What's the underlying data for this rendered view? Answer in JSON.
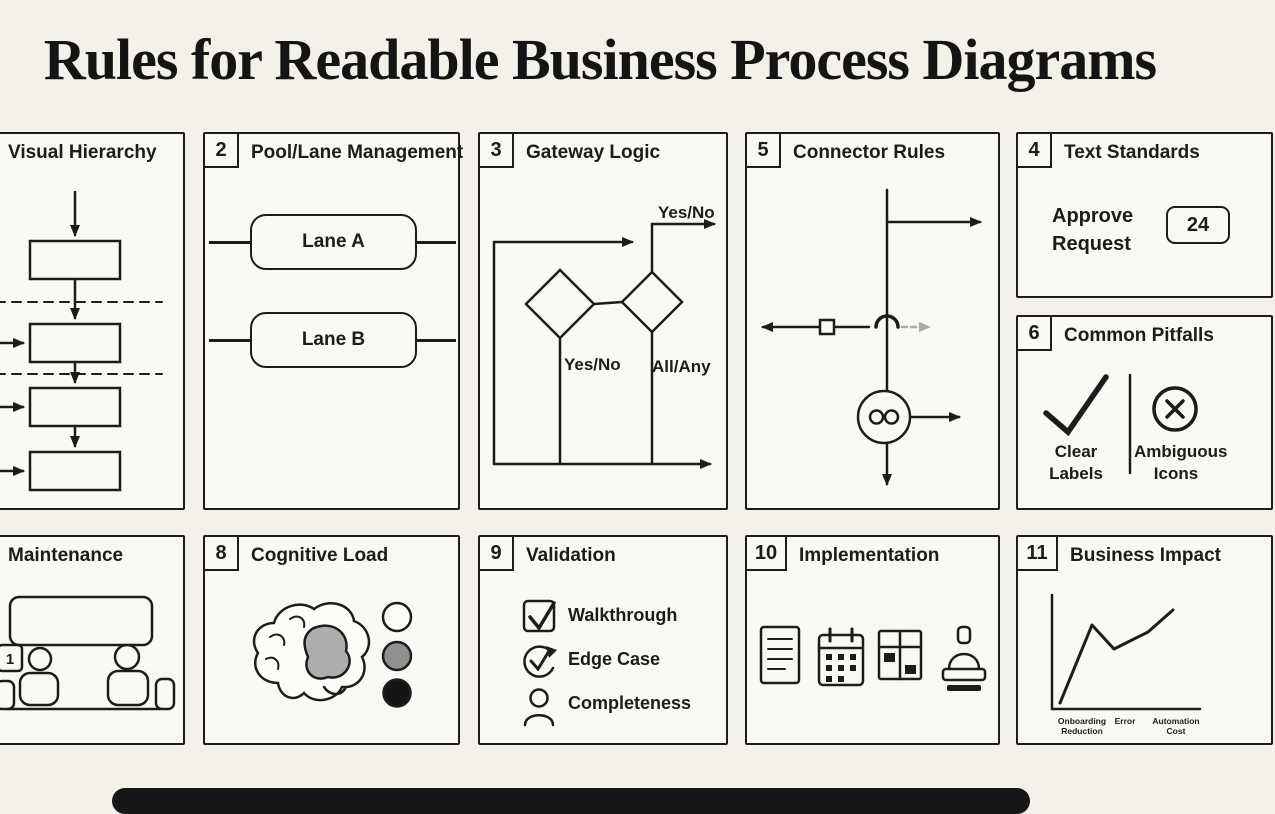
{
  "title": "Rules for Readable Business Process Diagrams",
  "colors": {
    "ink": "#1c1c1c",
    "paper": "#f4f1ea",
    "panel": "#faf8f2",
    "gray": "#8f8f8f"
  },
  "panels": {
    "visual_hierarchy": {
      "title": "Visual Hierarchy"
    },
    "pool_lane": {
      "num": "2",
      "title": "Pool/Lane Management",
      "lanes": [
        "Lane A",
        "Lane B"
      ]
    },
    "gateway": {
      "num": "3",
      "title": "Gateway Logic",
      "top_label": "Yes/No",
      "left_label": "Yes/No",
      "right_label": "All/Any"
    },
    "connector": {
      "num": "5",
      "title": "Connector Rules"
    },
    "text_standards": {
      "num": "4",
      "title": "Text Standards",
      "sample": "Approve Request",
      "size_badge": "24"
    },
    "pitfalls": {
      "num": "6",
      "title": "Common Pitfalls",
      "good": "Clear Labels",
      "bad": "Ambiguous Icons"
    },
    "maintenance": {
      "title": "Maintenance",
      "screen_tag": "1"
    },
    "cognitive": {
      "num": "8",
      "title": "Cognitive Load"
    },
    "validation": {
      "num": "9",
      "title": "Validation",
      "items": [
        "Walkthrough",
        "Edge Case",
        "Completeness"
      ]
    },
    "implementation": {
      "num": "10",
      "title": "Implementation"
    },
    "impact": {
      "num": "11",
      "title": "Business Impact",
      "x_labels": [
        "Onboarding Reduction",
        "Error",
        "Automation Cost"
      ]
    }
  }
}
